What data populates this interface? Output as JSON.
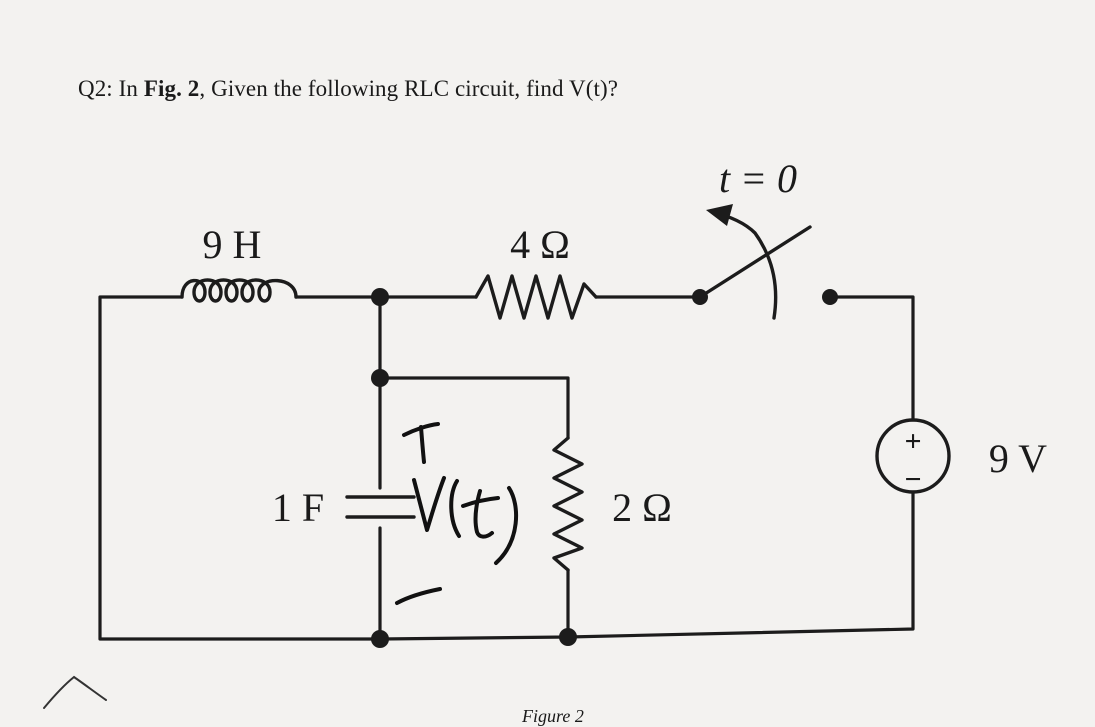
{
  "question": {
    "prefix": "Q2: In ",
    "fig_ref": "Fig. 2",
    "suffix": ", Given the following RLC circuit, find V(t)?"
  },
  "circuit": {
    "inductor_label": "9 H",
    "series_resistor_label": "4 Ω",
    "switch_label": "t = 0",
    "capacitor_label": "1 F",
    "shunt_resistor_label": "2 Ω",
    "source_label": "9 V",
    "source_plus": "+",
    "source_minus": "−"
  },
  "caption": "Figure 2"
}
